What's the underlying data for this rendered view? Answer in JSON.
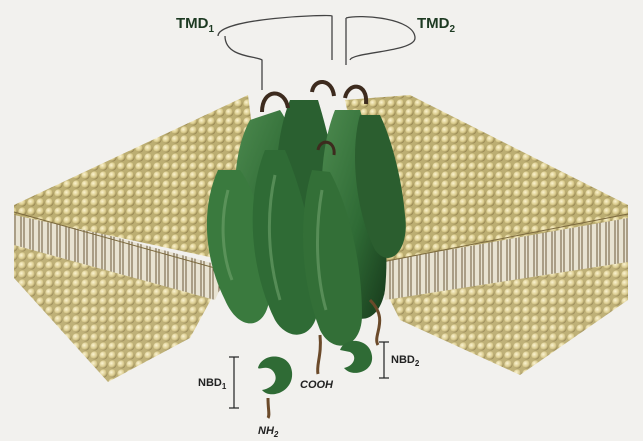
{
  "labels": {
    "tmd1_main": "TMD",
    "tmd1_sub": "1",
    "tmd2_main": "TMD",
    "tmd2_sub": "2",
    "nbd1_main": "NBD",
    "nbd1_sub": "1",
    "nbd2_main": "NBD",
    "nbd2_sub": "2",
    "cooh": "COOH",
    "nh2_main": "NH",
    "nh2_sub": "2"
  },
  "colors": {
    "background": "#f2f1ee",
    "lipid_head": "#d8c98a",
    "lipid_tail": "#6b5a3a",
    "protein": "#2f6b35",
    "protein_dark": "#1f4a24",
    "loop": "#4a3a2a",
    "label_text": "#1d3a22"
  },
  "icons": {
    "membrane": "lipid-bilayer-icon",
    "protein": "transporter-protein-icon"
  }
}
